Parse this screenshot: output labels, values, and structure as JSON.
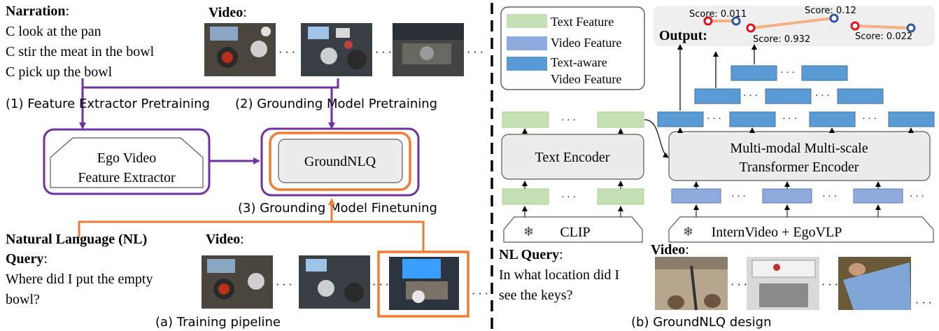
{
  "left": {
    "narration_label": "Narration",
    "narration_lines": [
      "C look at the pan",
      "C stir the meat in the bowl",
      "C pick up the bowl"
    ],
    "video_label_top": "Video",
    "stage1_label": "(1) Feature Extractor Pretraining",
    "stage2_label": "(2) Grounding Model Pretraining",
    "extractor_line1": "Ego Video",
    "extractor_line2": "Feature Extractor",
    "groundnlq_label": "GroundNLQ",
    "stage3_label": "(3) Grounding Model Finetuning",
    "nlq_label_line1": "Natural Language (NL)",
    "nlq_label_line2": "Query",
    "nlq_text_line1": "Where did I put the empty",
    "nlq_text_line2": "bowl?",
    "video_label_bottom": "Video",
    "caption": "(a) Training pipeline",
    "ellipsis": "· · ·"
  },
  "right": {
    "legend": {
      "text_feature": "Text Feature",
      "video_feature": "Video Feature",
      "text_aware_line1": "Text-aware",
      "text_aware_line2": "Video Feature"
    },
    "output_label": "Output:",
    "scores": [
      "Score: 0.011",
      "Score: 0.12",
      "Score: 0.932",
      "Score: 0.022"
    ],
    "text_encoder": "Text Encoder",
    "mm_line1": "Multi-modal Multi-scale",
    "mm_line2": "Transformer Encoder",
    "clip": "CLIP",
    "internvideo": "InternVideo + EgoVLP",
    "snowflake": "❄",
    "nl_query_label": "NL Query",
    "nl_query_line1": "In what location did I",
    "nl_query_line2": "see the keys?",
    "video_label": "Video",
    "caption": "(b) GroundNLQ design",
    "ellipsis": "· · ·"
  },
  "colors": {
    "purple": "#7030a0",
    "orange": "#ed7d31",
    "green_fill": "#c5e0b4",
    "green_stroke": "#a9d18e",
    "lavender_fill": "#8faadc",
    "lavender_stroke": "#5b78b5",
    "blue_fill": "#5b9bd5",
    "blue_stroke": "#41719c",
    "box_fill": "#ececec",
    "score_red": "#e0101a",
    "score_blue": "#2f55a4",
    "score_line": "#f4b183"
  }
}
